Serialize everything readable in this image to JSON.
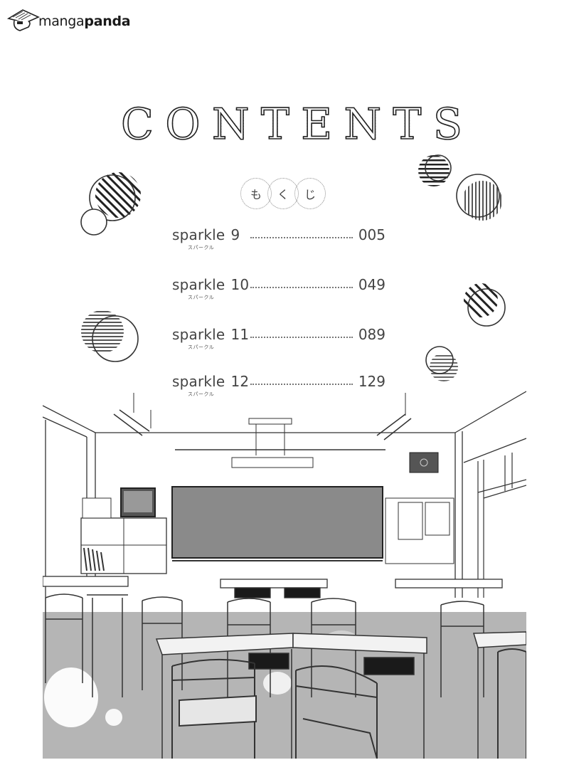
{
  "watermark": {
    "brand_light": "manga",
    "brand_bold": "panda",
    "icon": "straw-hat-logo-icon"
  },
  "page": {
    "title_letters": [
      "C",
      "O",
      "N",
      "T",
      "E",
      "N",
      "T",
      "S"
    ],
    "subtitle_chars": [
      "も",
      "く",
      "じ"
    ],
    "toc": [
      {
        "title": "sparkle",
        "number": "9",
        "reading": "スパークル",
        "page": "005"
      },
      {
        "title": "sparkle",
        "number": "10",
        "reading": "スパークル",
        "page": "049"
      },
      {
        "title": "sparkle",
        "number": "11",
        "reading": "スパークル",
        "page": "089"
      },
      {
        "title": "sparkle",
        "number": "12",
        "reading": "スパークル",
        "page": "129"
      }
    ]
  },
  "illustration": {
    "subject": "empty classroom with desks, chairs and blackboard",
    "colors": {
      "line": "#2a2a2a",
      "blackboard": "#8a8a8a",
      "floor": "#b5b5b5",
      "wall": "#ffffff",
      "desk_shadow": "#1a1a1a"
    }
  }
}
